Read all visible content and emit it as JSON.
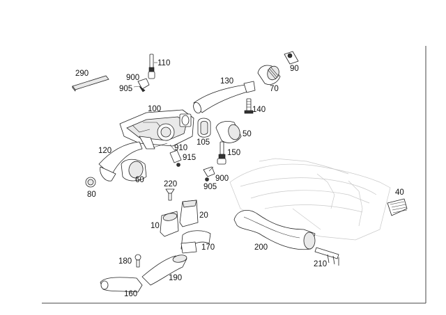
{
  "labels": {
    "l10": "10",
    "l20": "20",
    "l40": "40",
    "l50": "50",
    "l60": "60",
    "l70": "70",
    "l80": "80",
    "l90": "90",
    "l100": "100",
    "l105": "105",
    "l110": "110",
    "l120": "120",
    "l130": "130",
    "l140": "140",
    "l150": "150",
    "l160": "160",
    "l170": "170",
    "l180": "180",
    "l190": "190",
    "l200": "200",
    "l210": "210",
    "l220": "220",
    "l290": "290",
    "l900a": "900",
    "l900b": "900",
    "l905a": "905",
    "l905b": "905",
    "l910": "910",
    "l915": "915"
  }
}
